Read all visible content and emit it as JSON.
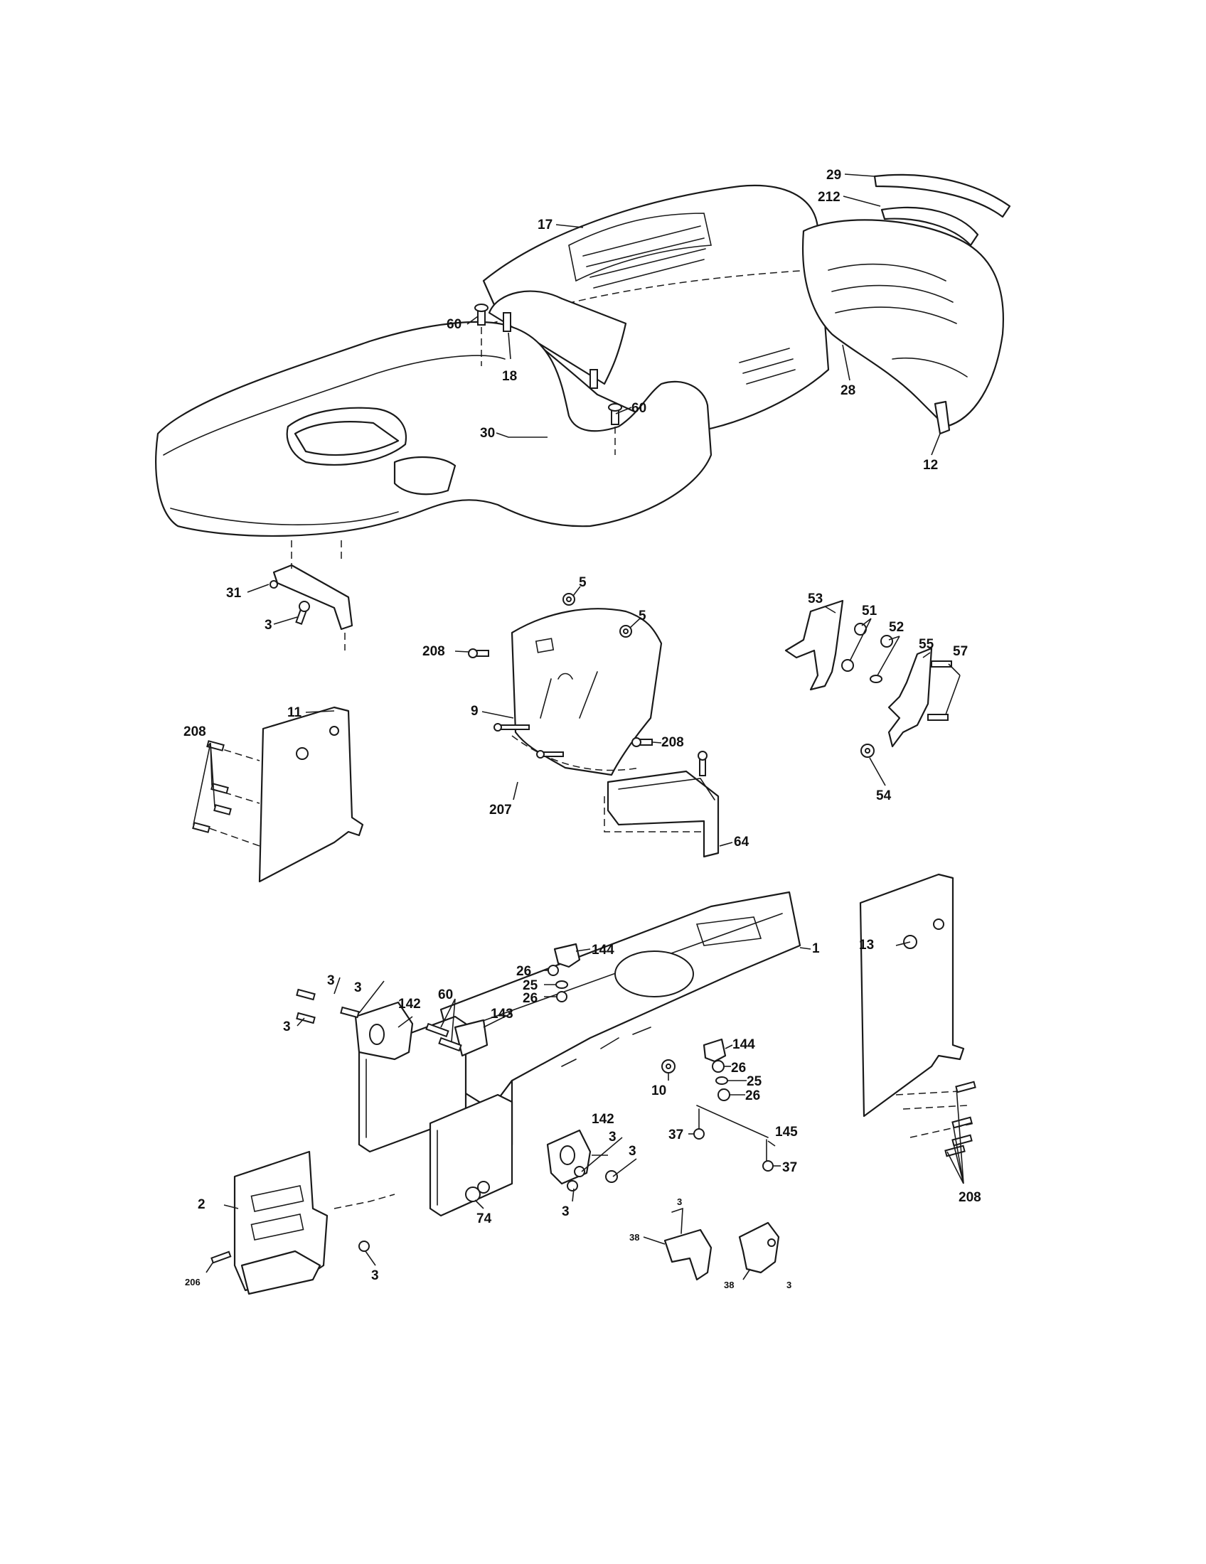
{
  "callouts": {
    "c1": "1",
    "c2": "2",
    "c3": "3",
    "c5": "5",
    "c9": "9",
    "c10": "10",
    "c11": "11",
    "c12": "12",
    "c13": "13",
    "c17": "17",
    "c18": "18",
    "c25": "25",
    "c26": "26",
    "c28": "28",
    "c29": "29",
    "c30": "30",
    "c31": "31",
    "c37": "37",
    "c38": "38",
    "c51": "51",
    "c52": "52",
    "c53": "53",
    "c54": "54",
    "c55": "55",
    "c57": "57",
    "c60": "60",
    "c64": "64",
    "c74": "74",
    "c142": "142",
    "c143": "143",
    "c144": "144",
    "c145": "145",
    "c206": "206",
    "c207": "207",
    "c208": "208",
    "c212": "212"
  },
  "colors": {
    "line": "#1a1a1a",
    "paper": "#ffffff"
  }
}
